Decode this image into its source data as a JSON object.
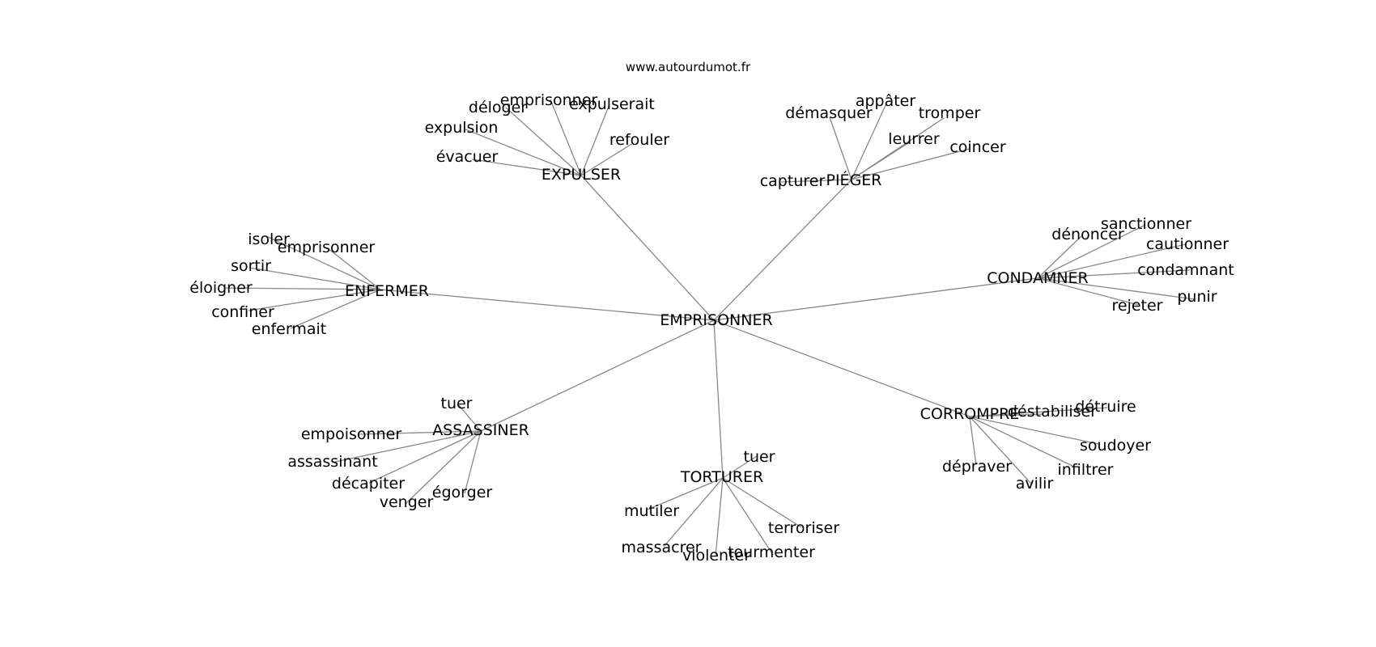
{
  "source": "www.autourdumot.fr",
  "center": "EMPRISONNER",
  "clusters": [
    {
      "id": "expulser",
      "label": "EXPULSER",
      "words": [
        "emprisonner",
        "déloger",
        "expulserait",
        "expulsion",
        "refouler",
        "évacuer"
      ]
    },
    {
      "id": "pieger",
      "label": "PIÉGER",
      "words": [
        "appâter",
        "démasquer",
        "tromper",
        "leurrer",
        "coincer",
        "capturer"
      ]
    },
    {
      "id": "enfermer",
      "label": "ENFERMER",
      "words": [
        "isoler",
        "emprisonner",
        "sortir",
        "éloigner",
        "confiner",
        "enfermait"
      ]
    },
    {
      "id": "condamner",
      "label": "CONDAMNER",
      "words": [
        "sanctionner",
        "dénoncer",
        "cautionner",
        "condamnant",
        "punir",
        "rejeter"
      ]
    },
    {
      "id": "assassiner",
      "label": "ASSASSINER",
      "words": [
        "tuer",
        "empoisonner",
        "assassinant",
        "décapiter",
        "égorger",
        "venger"
      ]
    },
    {
      "id": "torturer",
      "label": "TORTURER",
      "words": [
        "tuer",
        "mutiler",
        "terroriser",
        "massacrer",
        "tourmenter",
        "violenter"
      ]
    },
    {
      "id": "corrompre",
      "label": "CORROMPRE",
      "words": [
        "détruire",
        "déstabiliser",
        "soudoyer",
        "infiltrer",
        "dépraver",
        "avilir"
      ]
    }
  ]
}
